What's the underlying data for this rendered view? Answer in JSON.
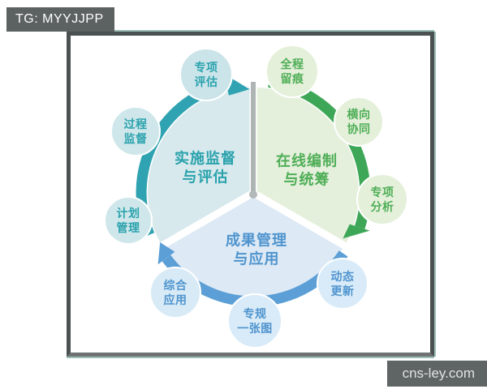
{
  "watermarks": {
    "top_left": "TG: MYYJJPP",
    "bottom_right": "cns-ley.com"
  },
  "colors": {
    "teal_arrow": "#2fa3b1",
    "green_arrow": "#3ea757",
    "blue_arrow": "#5b9fd6",
    "teal_text": "#2aa2ad",
    "green_text": "#4fae57",
    "blue_text": "#4f94ce",
    "frame_border": "#4b5050",
    "gap_gray": "#aeb3b3"
  },
  "diagram": {
    "sectors": [
      {
        "lines": [
          "实施监督",
          "与评估"
        ],
        "fill": "#d7e9ec",
        "text_color": "#2aa2ad"
      },
      {
        "lines": [
          "在线编制",
          "与统筹"
        ],
        "fill": "#e5f0dc",
        "text_color": "#4fae57"
      },
      {
        "lines": [
          "成果管理",
          "与应用"
        ],
        "fill": "#dde9f5",
        "text_color": "#4f94ce"
      }
    ],
    "arrows": [
      {
        "name": "implementation-cycle-arrow",
        "color": "#2fa3b1"
      },
      {
        "name": "online-cycle-arrow",
        "color": "#3ea757"
      },
      {
        "name": "results-cycle-arrow",
        "color": "#5b9fd6"
      }
    ],
    "bubbles": [
      {
        "lines": [
          "专项",
          "评估"
        ],
        "fill": "#cbe4ea",
        "text_color": "#2aa2ad"
      },
      {
        "lines": [
          "全程",
          "留痕"
        ],
        "fill": "#e4f0da",
        "text_color": "#4fae57"
      },
      {
        "lines": [
          "横向",
          "协同"
        ],
        "fill": "#e4f0da",
        "text_color": "#4fae57"
      },
      {
        "lines": [
          "专项",
          "分析"
        ],
        "fill": "#e4f0da",
        "text_color": "#4fae57"
      },
      {
        "lines": [
          "动态",
          "更新"
        ],
        "fill": "#d9ebf8",
        "text_color": "#4f94ce"
      },
      {
        "lines": [
          "专规",
          "一张图"
        ],
        "fill": "#d9ebf8",
        "text_color": "#4f94ce"
      },
      {
        "lines": [
          "综合",
          "应用"
        ],
        "fill": "#d7eaf6",
        "text_color": "#4f94ce"
      },
      {
        "lines": [
          "计划",
          "管理"
        ],
        "fill": "#cfe7ea",
        "text_color": "#2aa2ad"
      },
      {
        "lines": [
          "过程",
          "监督"
        ],
        "fill": "#cfe7ea",
        "text_color": "#2aa2ad"
      }
    ]
  }
}
